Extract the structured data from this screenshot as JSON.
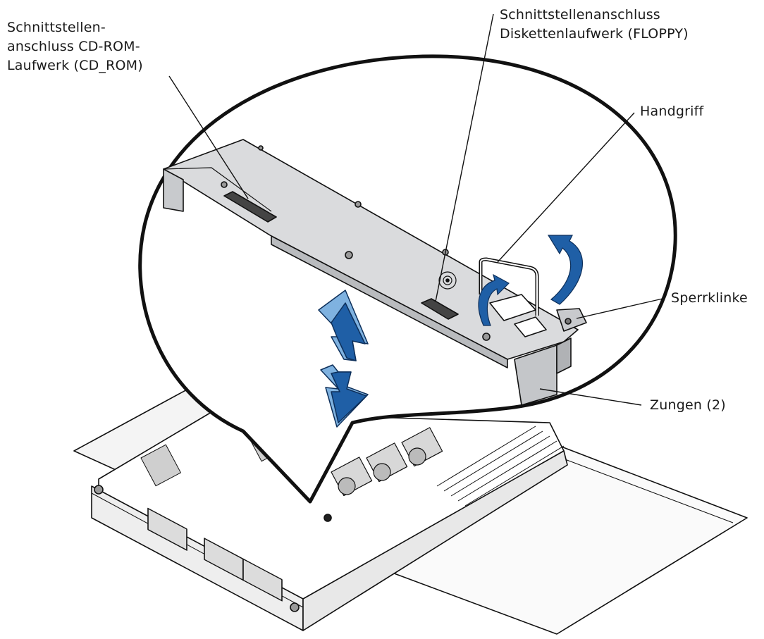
{
  "labels": {
    "cd_rom": {
      "line1": "Schnittstellen-",
      "line2": "anschluss CD-ROM-",
      "line3": "Laufwerk (CD_ROM)"
    },
    "floppy": {
      "line1": "Schnittstellenanschluss",
      "line2": "Diskettenlaufwerk (FLOPPY)"
    },
    "handle": "Handgriff",
    "latch": "Sperrklinke",
    "tabs": "Zungen (2)"
  },
  "colors": {
    "arrow_blue": "#1f5fa6",
    "arrow_light": "#7fb2e0",
    "outline": "#111111",
    "metal": "#d9dadc",
    "metal_dark": "#b8babd"
  }
}
